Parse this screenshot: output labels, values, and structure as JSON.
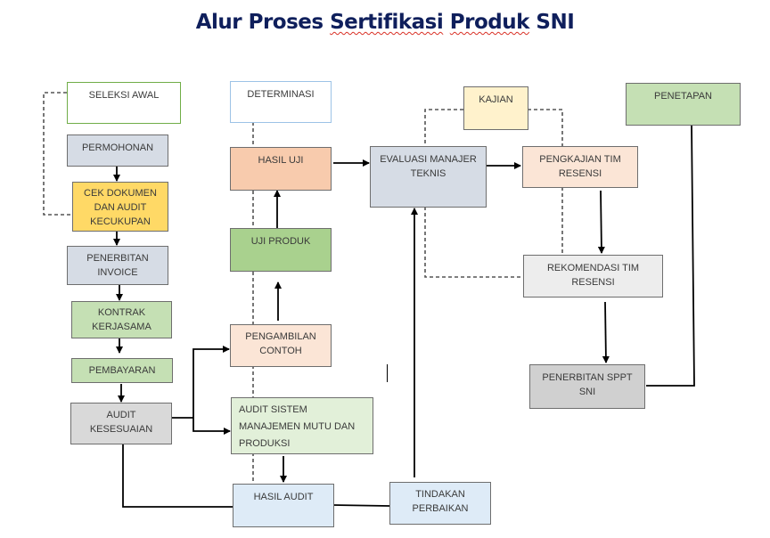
{
  "title": {
    "prefix": "Alur Proses ",
    "word1": "Sertifikasi",
    "space": " ",
    "word2": "Produk",
    "suffix": " SNI"
  },
  "colors": {
    "title": "#0f1f5c",
    "gray_blue": "#d6dce5",
    "yellow": "#ffd966",
    "green": "#c5e0b4",
    "green_dark": "#a9d18e",
    "light_green": "#e2f0d9",
    "gray": "#d9d9d9",
    "peach": "#f8cbad",
    "light_peach": "#fbe5d6",
    "light_blue": "#deebf7",
    "light_yellow": "#fff2cc",
    "light_gray": "#ededed",
    "spellcheck": "#d93025"
  },
  "nodes": {
    "seleksi_awal": {
      "lines": [
        "SELEKSI AWAL"
      ]
    },
    "permohonan": {
      "lines": [
        "PERMOHONAN"
      ]
    },
    "cek_dokumen": {
      "lines": [
        "CEK DOKUMEN",
        "DAN AUDIT",
        "KECUKUPAN"
      ]
    },
    "penerbitan_invoice": {
      "lines": [
        "PENERBITAN",
        "INVOICE"
      ]
    },
    "kontrak_kerjasama": {
      "lines": [
        "KONTRAK",
        "KERJASAMA"
      ]
    },
    "pembayaran": {
      "lines": [
        "PEMBAYARAN"
      ]
    },
    "audit_kesesuaian": {
      "lines": [
        "AUDIT",
        "KESESUAIAN"
      ]
    },
    "determinasi": {
      "lines": [
        "DETERMINASI"
      ]
    },
    "hasil_uji": {
      "lines": [
        "HASIL UJI"
      ]
    },
    "uji_produk": {
      "lines": [
        "UJI PRODUK"
      ]
    },
    "pengambilan_contoh": {
      "lines": [
        "PENGAMBILAN",
        "CONTOH"
      ]
    },
    "audit_sistem": {
      "lines": [
        "AUDIT SISTEM",
        "MANAJEMEN MUTU DAN",
        "PRODUKSI"
      ]
    },
    "hasil_audit": {
      "lines": [
        "HASIL AUDIT"
      ]
    },
    "tindakan_perbaikan": {
      "lines": [
        "TINDAKAN",
        "PERBAIKAN"
      ]
    },
    "evaluasi_manajer": {
      "lines": [
        "EVALUASI MANAJER",
        "TEKNIS"
      ]
    },
    "kajian": {
      "lines": [
        "KAJIAN"
      ]
    },
    "pengkajian_tim": {
      "lines": [
        "PENGKAJIAN TIM",
        "RESENSI"
      ]
    },
    "rekomendasi_tim": {
      "lines": [
        "REKOMENDASI TIM",
        "RESENSI"
      ]
    },
    "penerbitan_sppt": {
      "lines": [
        "PENERBITAN SPPT",
        "SNI"
      ]
    },
    "penetapan": {
      "lines": [
        "PENETAPAN"
      ]
    }
  }
}
